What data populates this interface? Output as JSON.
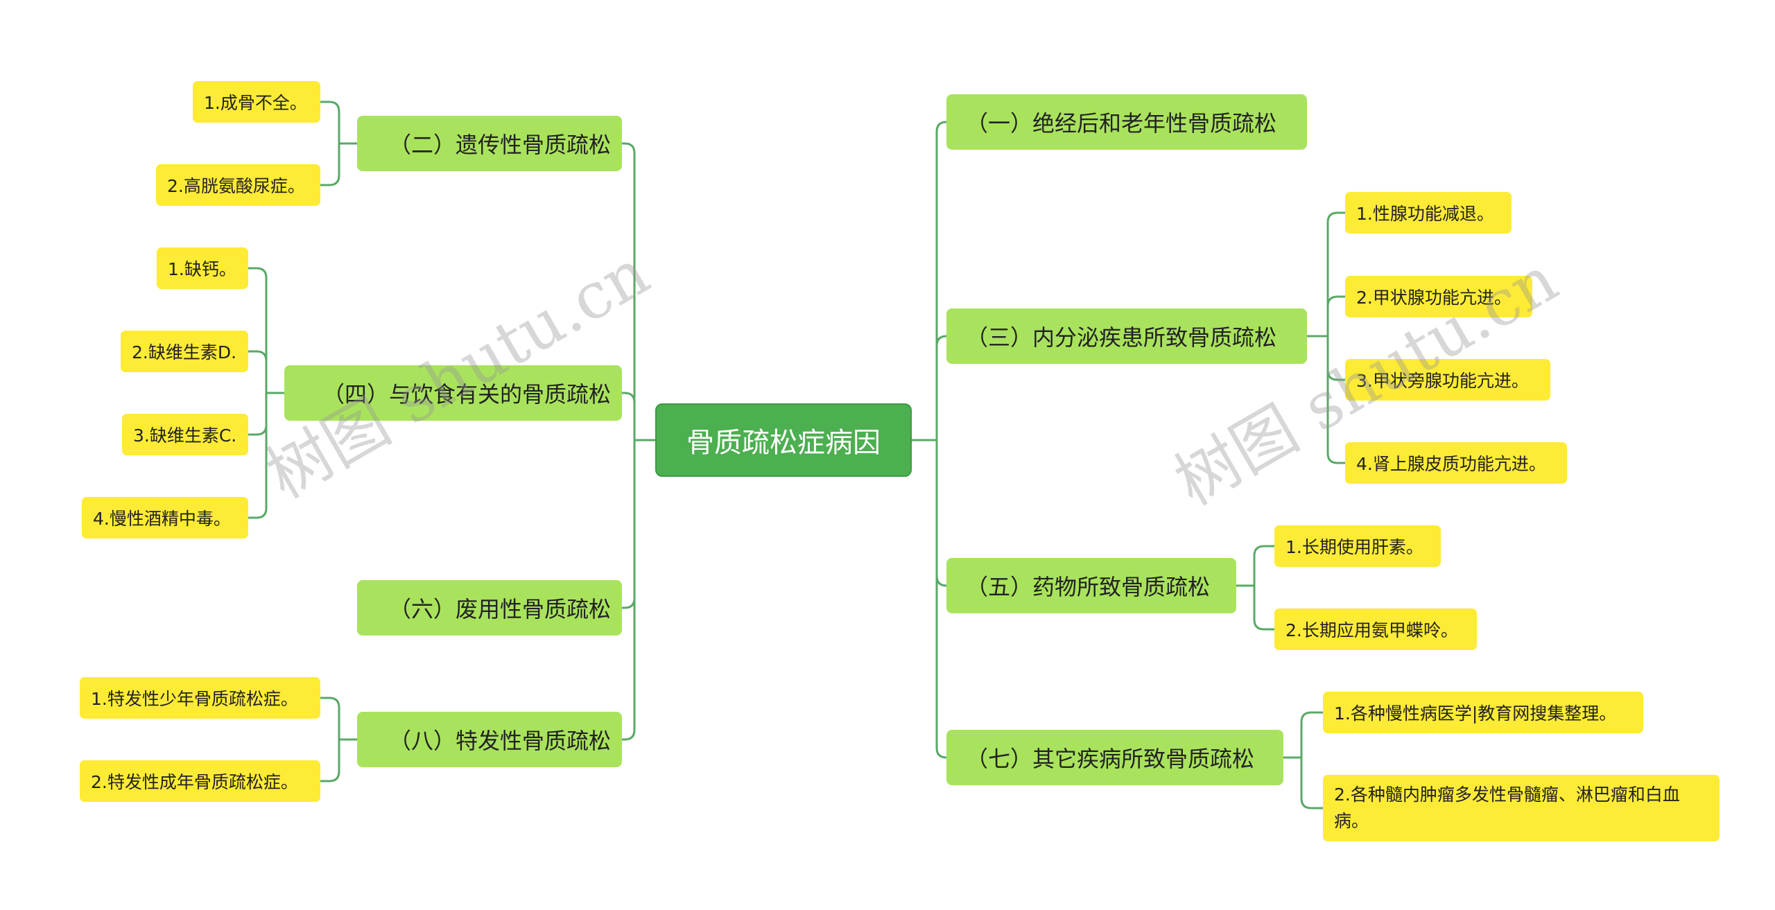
{
  "root": {
    "label": "骨质疏松症病因"
  },
  "colors": {
    "root_fill": "#4caf50",
    "branch_fill": "#a9e35d",
    "leaf_fill": "#fdeb36",
    "connector": "#5aa867"
  },
  "right_branches": [
    {
      "label": "（一）绝经后和老年性骨质疏松",
      "children": []
    },
    {
      "label": "（三）内分泌疾患所致骨质疏松",
      "children": [
        "1.性腺功能减退。",
        "2.甲状腺功能亢进。",
        "3.甲状旁腺功能亢进。",
        "4.肾上腺皮质功能亢进。"
      ]
    },
    {
      "label": "（五）药物所致骨质疏松",
      "children": [
        "1.长期使用肝素。",
        "2.长期应用氨甲蝶呤。"
      ]
    },
    {
      "label": "（七）其它疾病所致骨质疏松",
      "children": [
        "1.各种慢性病医学|教育网搜集整理。",
        "2.各种髓内肿瘤多发性骨髓瘤、淋巴瘤和白血病。"
      ]
    }
  ],
  "left_branches": [
    {
      "label": "（二）遗传性骨质疏松",
      "children": [
        "1.成骨不全。",
        "2.高胱氨酸尿症。"
      ]
    },
    {
      "label": "（四）与饮食有关的骨质疏松",
      "children": [
        "1.缺钙。",
        "2.缺维生素D.",
        "3.缺维生素C.",
        "4.慢性酒精中毒。"
      ]
    },
    {
      "label": "（六）废用性骨质疏松",
      "children": []
    },
    {
      "label": "（八）特发性骨质疏松",
      "children": [
        "1.特发性少年骨质疏松症。",
        "2.特发性成年骨质疏松症。"
      ]
    }
  ],
  "watermarks": [
    "树图 shutu.cn",
    "树图 shutu.cn"
  ]
}
